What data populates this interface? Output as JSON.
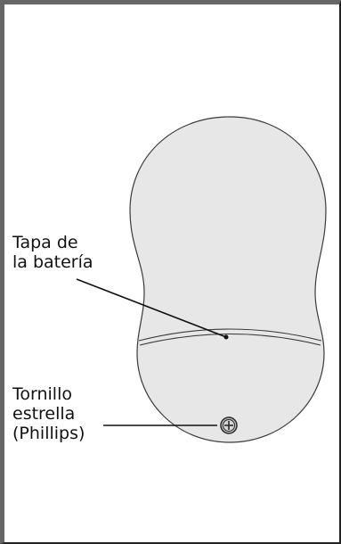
{
  "labels": {
    "battery_cover": [
      "Tapa de",
      "la batería"
    ],
    "screw": [
      "Tornillo",
      "estrella",
      "(Phillips)"
    ]
  },
  "colors": {
    "body_fill": "#e7e7e7",
    "outline": "#3a3a3a",
    "frame": "#666666",
    "text": "#111111"
  }
}
